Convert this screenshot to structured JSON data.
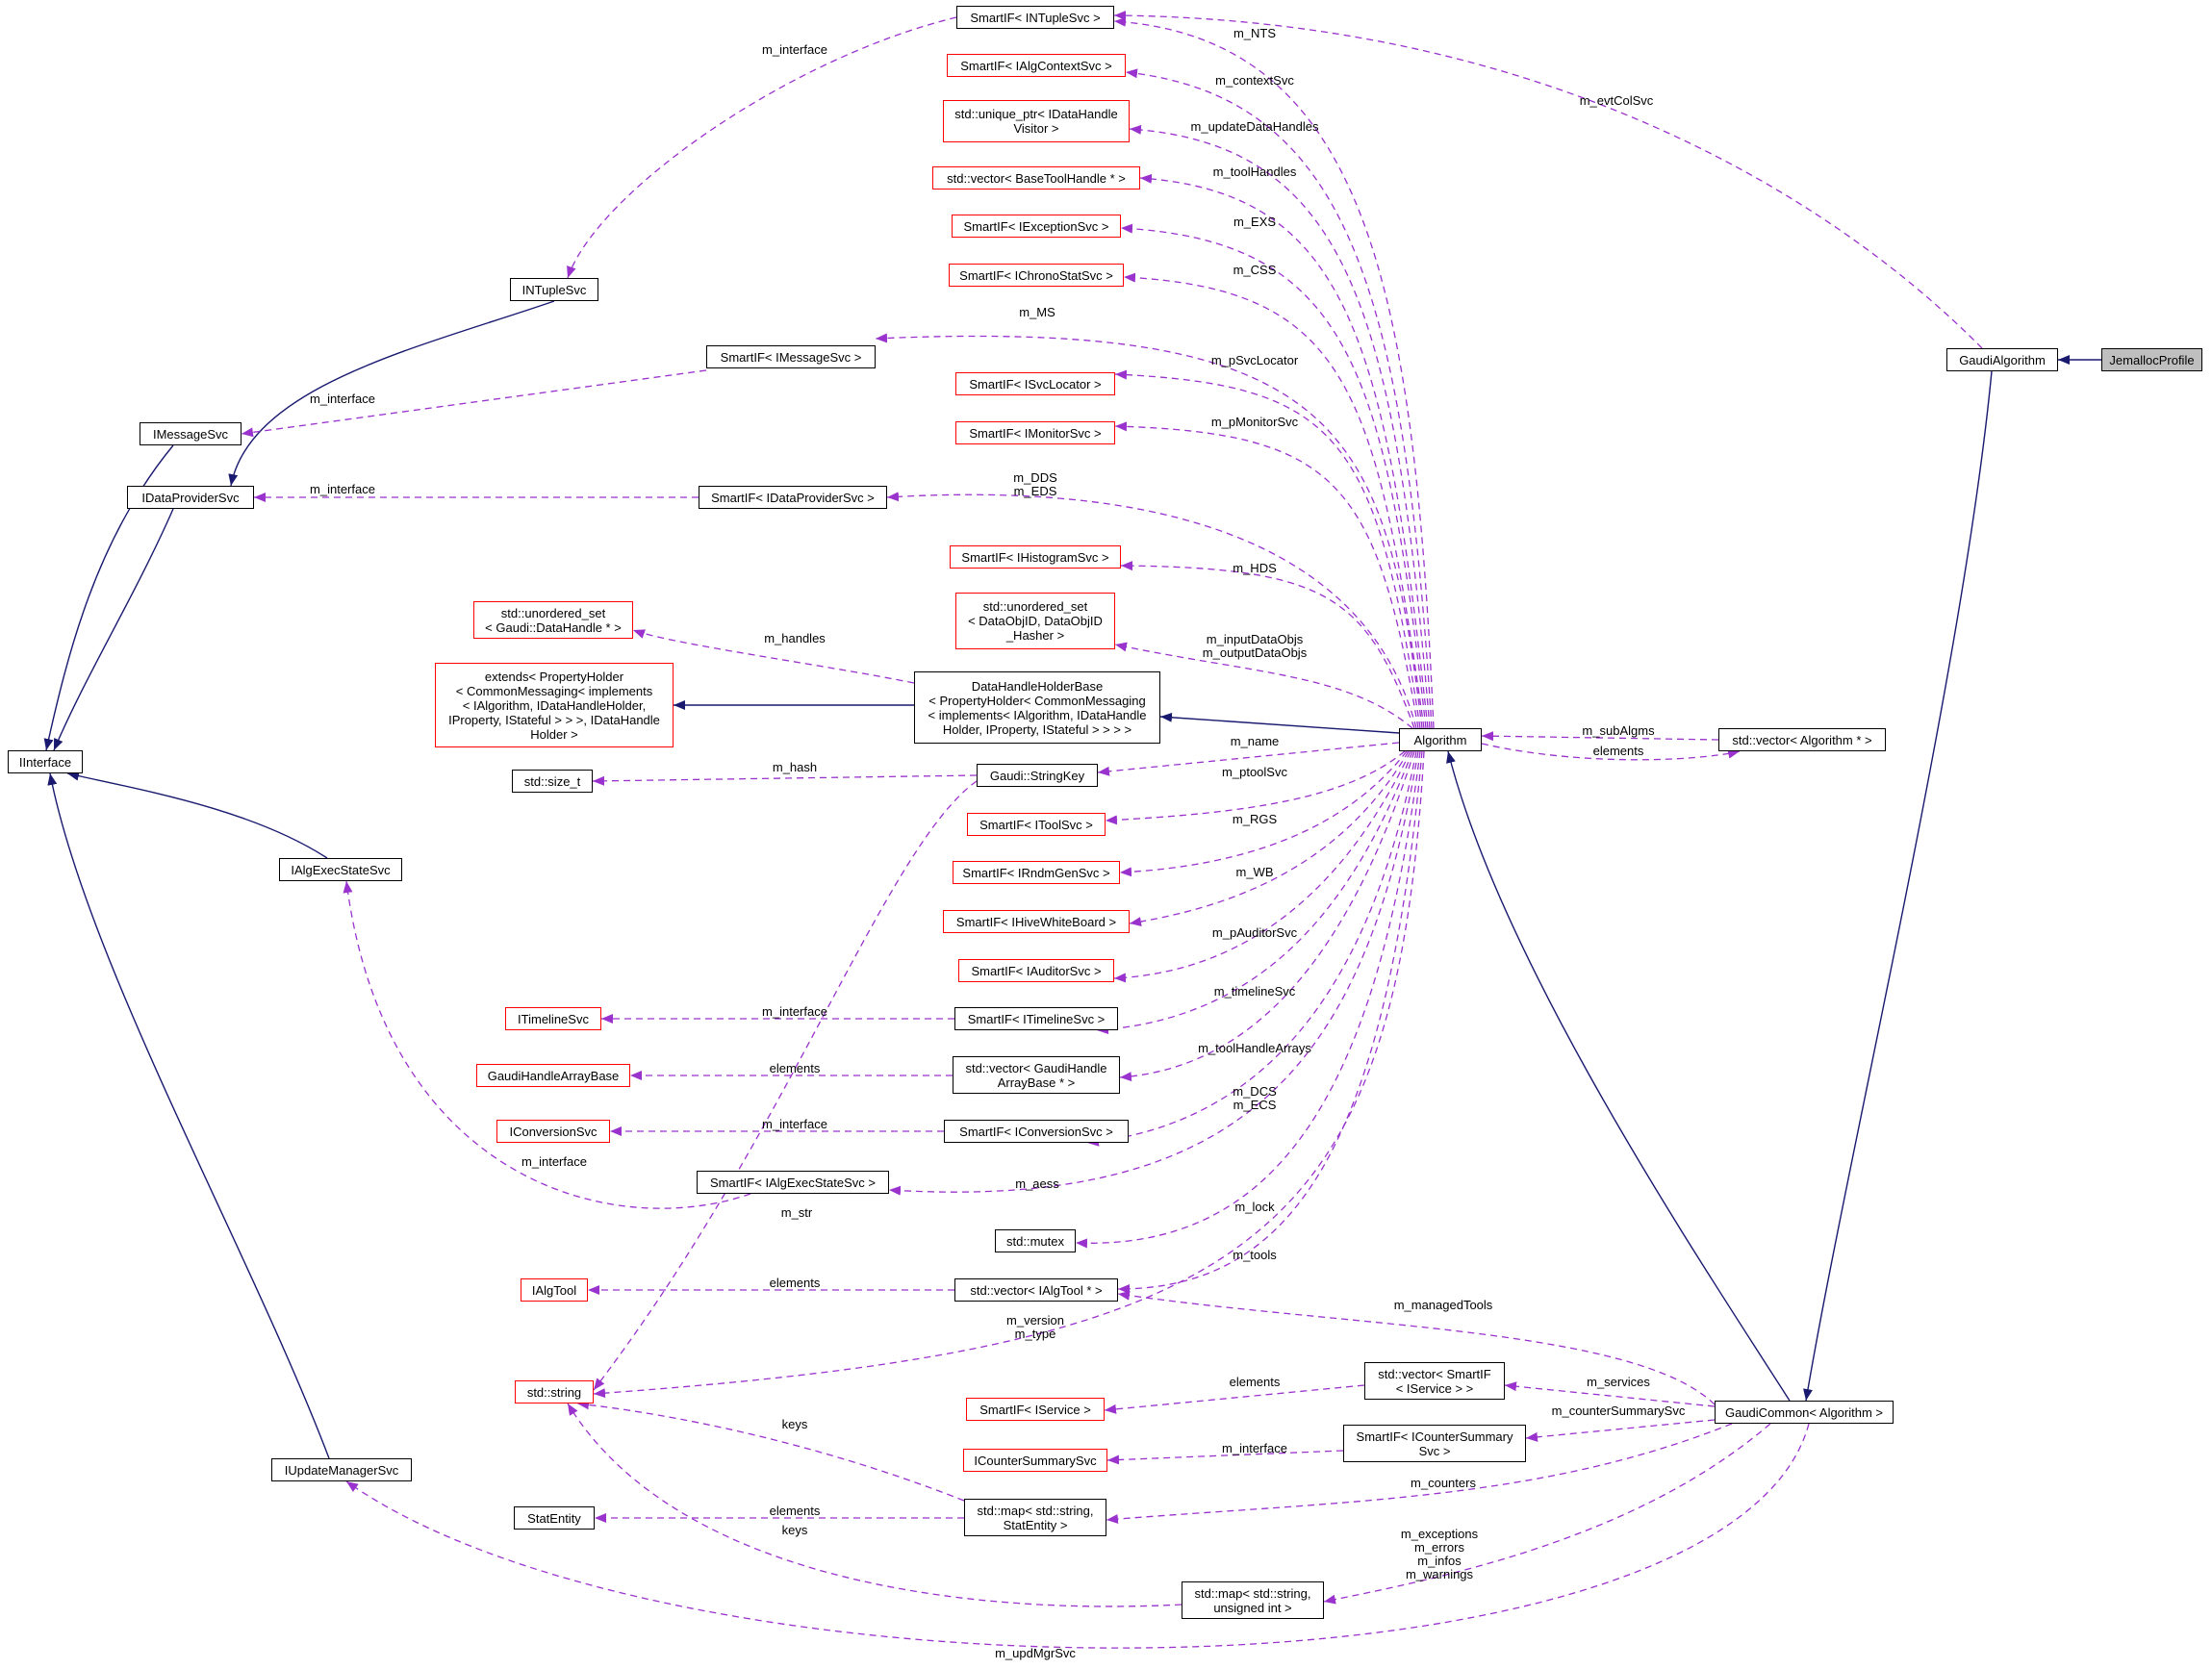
{
  "colors": {
    "inheritance": "#191970",
    "usage": "#9a32cd",
    "documented_border": "#000000",
    "undocumented_border": "#ff0000",
    "focus_fill": "#bfbfbf"
  },
  "nodes": {
    "jemallocprofile": "JemallocProfile",
    "gaudialgorithm": "GaudiAlgorithm",
    "algorithm": "Algorithm",
    "gaudicommon": "GaudiCommon< Algorithm >",
    "vector_algorithm": "std::vector< Algorithm * >",
    "smartif_ituplesvc": "SmartIF< INTupleSvc >",
    "smartif_ialgcontextsvc": "SmartIF< IAlgContextSvc >",
    "unique_ptr_visitor": "std::unique_ptr< IDataHandle\nVisitor >",
    "vector_basetoolhandle": "std::vector< BaseToolHandle * >",
    "smartif_iexceptionsvc": "SmartIF< IExceptionSvc >",
    "smartif_ichronostatsvc": "SmartIF< IChronoStatSvc >",
    "smartif_imessagesvc": "SmartIF< IMessageSvc >",
    "smartif_isvclocator": "SmartIF< ISvcLocator >",
    "smartif_imonitorsvc": "SmartIF< IMonitorSvc >",
    "smartif_idataprovidersvc": "SmartIF< IDataProviderSvc >",
    "smartif_ihistogramsvc": "SmartIF< IHistogramSvc >",
    "unordered_set_dataobjid": "std::unordered_set\n< DataObjID, DataObjID\n_Hasher >",
    "datahandleholderbase": "DataHandleHolderBase\n< PropertyHolder< CommonMessaging\n< implements< IAlgorithm, IDataHandle\nHolder, IProperty, IStateful > > > >",
    "gaudi_stringkey": "Gaudi::StringKey",
    "smartif_itoolsvc": "SmartIF< IToolSvc >",
    "smartif_irndmgensvc": "SmartIF< IRndmGenSvc >",
    "smartif_ihivewhiteboard": "SmartIF< IHiveWhiteBoard >",
    "smartif_iauditorsvc": "SmartIF< IAuditorSvc >",
    "smartif_itimelinesvc": "SmartIF< ITimelineSvc >",
    "vector_gaudihandlearraybase": "std::vector< GaudiHandle\nArrayBase * >",
    "smartif_iconversionsvc": "SmartIF< IConversionSvc >",
    "smartif_ialgexecstatesvc": "SmartIF< IAlgExecStateSvc >",
    "std_mutex": "std::mutex",
    "vector_ialgtool": "std::vector< IAlgTool * >",
    "vector_smartif_iservice": "std::vector< SmartIF\n< IService > >",
    "smartif_iservice": "SmartIF< IService >",
    "smartif_icountersummarysvc": "SmartIF< ICounterSummary\nSvc >",
    "icountersummarysvc": "ICounterSummarySvc",
    "map_string_statentity": "std::map< std::string,\nStatEntity >",
    "map_string_uint": "std::map< std::string,\nunsigned int >",
    "ituplesvc": "INTupleSvc",
    "imessagesvc": "IMessageSvc",
    "idataprovidersvc": "IDataProviderSvc",
    "iinterface": "IInterface",
    "unordered_set_datahandle": "std::unordered_set\n< Gaudi::DataHandle * >",
    "extends_propertyholder": "extends< PropertyHolder\n< CommonMessaging< implements\n< IAlgorithm, IDataHandleHolder,\n IProperty, IStateful > > >, IDataHandle\nHolder >",
    "std_size_t": "std::size_t",
    "ialgexecstatesvc": "IAlgExecStateSvc",
    "itimelinesvc": "ITimelineSvc",
    "gaudihandlearraybase": "GaudiHandleArrayBase",
    "iconversionsvc": "IConversionSvc",
    "ialgtool": "IAlgTool",
    "std_string": "std::string",
    "statentity": "StatEntity",
    "iupdatemanagersvc": "IUpdateManagerSvc"
  },
  "edge_labels": {
    "m_nts": "m_NTS",
    "m_evtcolsvc": "m_evtColSvc",
    "m_interface_ntuple": "m_interface",
    "m_contextsvc": "m_contextSvc",
    "m_updatedatahandles": "m_updateDataHandles",
    "m_toolhandles": "m_toolHandles",
    "m_exs": "m_EXS",
    "m_css": "m_CSS",
    "m_ms": "m_MS",
    "m_interface_msg": "m_interface",
    "m_psvclocator": "m_pSvcLocator",
    "m_pmonitorsvc": "m_pMonitorSvc",
    "m_dds_eds": "m_DDS\nm_EDS",
    "m_interface_dp": "m_interface",
    "m_hds": "m_HDS",
    "m_handles": "m_handles",
    "m_data_objs": "m_inputDataObjs\nm_outputDataObjs",
    "m_subalgms": "m_subAlgms",
    "elements_algs": "elements",
    "m_name": "m_name",
    "m_hash": "m_hash",
    "m_ptoolsvc": "m_ptoolSvc",
    "m_rgs": "m_RGS",
    "m_wb": "m_WB",
    "m_pauditorsvc": "m_pAuditorSvc",
    "m_interface_tl": "m_interface",
    "m_timelinesvc": "m_timelineSvc",
    "elements_gha": "elements",
    "m_toolhandlearrays": "m_toolHandleArrays",
    "m_interface_conv": "m_interface",
    "m_dcs_ecs": "m_DCS\nm_ECS",
    "m_interface_aes": "m_interface",
    "m_aess": "m_aess",
    "m_str": "m_str",
    "m_lock": "m_lock",
    "m_tools": "m_tools",
    "elements_tools": "elements",
    "m_managedtools": "m_managedTools",
    "m_version_type": "m_version\nm_type",
    "elements_svc": "elements",
    "m_services": "m_services",
    "keys_1": "keys",
    "m_interface_csum": "m_interface",
    "m_countersummarysvc": "m_counterSummarySvc",
    "m_counters": "m_counters",
    "elements_stat": "elements",
    "keys_2": "keys",
    "m_exc_err": "m_exceptions\nm_errors\nm_infos\nm_warnings",
    "m_updmgrsvc": "m_updMgrSvc"
  }
}
